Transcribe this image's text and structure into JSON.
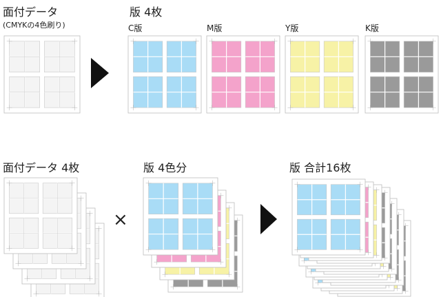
{
  "top": {
    "data_label": "面付データ",
    "data_sublabel": "(CMYKの4色刷り)",
    "plates_label": "版 4枚",
    "plates": [
      {
        "label": "C版",
        "color": "#a9dcf6"
      },
      {
        "label": "M版",
        "color": "#f4a3cb"
      },
      {
        "label": "Y版",
        "color": "#f7f2a6"
      },
      {
        "label": "K版",
        "color": "#9a9a9a"
      }
    ]
  },
  "bottom": {
    "data_label": "面付データ 4枚",
    "times_symbol": "×",
    "plates_label": "版 4色分",
    "total_label": "版 合計16枚"
  },
  "colors": {
    "cyan": "#a9dcf6",
    "magenta": "#f4a3cb",
    "yellow": "#f7f2a6",
    "black": "#9a9a9a",
    "blank": "#f4f4f4",
    "arrow": "#111111"
  }
}
